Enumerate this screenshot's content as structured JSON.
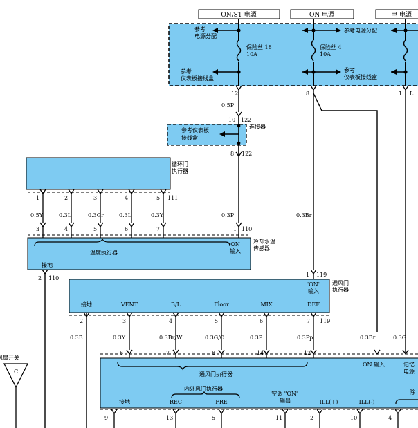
{
  "header_boxes": [
    {
      "text": "ON/ST 电源"
    },
    {
      "text": "ON 电源"
    },
    {
      "text": "电 电源"
    }
  ],
  "fuse_panel": {
    "ref_left_top": [
      "参考",
      "电源分配"
    ],
    "ref_left_bottom": [
      "参考",
      "仪表板接线盒"
    ],
    "fuse_left": [
      "保险丝 18",
      "10A"
    ],
    "fuse_mid": [
      "保险丝 4",
      "10A"
    ],
    "ref_mid_top": "参考电源分配",
    "ref_mid_bottom": [
      "参考",
      "仪表板接线盒"
    ],
    "ref_right_partial": "参考电源分配"
  },
  "panel_pins": {
    "left": "12",
    "mid": "8",
    "right": "1",
    "right_label": "L"
  },
  "wires": {
    "w1": "0.5P",
    "w_connector_top": "10",
    "w_connector_top2": "122",
    "w_mid": "0.3Br",
    "w_main": "0.3P",
    "w_main_pin_top": "1",
    "w_main_pin_top2": "110",
    "w_right1": "0.3Br",
    "w_right2": "0.3G"
  },
  "connector_box": {
    "ref": [
      "参考仪表板",
      "接线盒"
    ],
    "label": "连接器",
    "pin_bottom": "8",
    "pin_bottom2": "122"
  },
  "recirc_actuator": {
    "label": [
      "循环门",
      "执行器"
    ],
    "pins_top": [
      "1",
      "2",
      "3",
      "4",
      "5"
    ],
    "pin_extra": "111",
    "wires": [
      "0.5Y",
      "0.3L",
      "0.3Gr",
      "0.3L",
      "0.3Y"
    ],
    "pins_bottom": [
      "3",
      "4",
      "5",
      "6",
      "7"
    ]
  },
  "temp_actuator": {
    "name": "温度执行器",
    "side_label": [
      "冷却水温",
      "传感器"
    ],
    "on_input": [
      "ON",
      "输入"
    ],
    "ground": "接地",
    "pin_ground": "2",
    "pin_ground2": "110"
  },
  "mode_actuator": {
    "side_label": [
      "通风门",
      "执行器"
    ],
    "on_input": [
      "\"ON\"",
      "输入"
    ],
    "pin_top": "1",
    "pin_top2": "119",
    "labels": [
      "接地",
      "VENT",
      "B/L",
      "Floor",
      "MIX",
      "DEF"
    ],
    "pins_bottom": [
      "2",
      "3",
      "4",
      "5",
      "6",
      "7"
    ],
    "pin_extra": "119",
    "wires": [
      "0.3B",
      "0.3Y",
      "0.3Br/W",
      "0.3G/O",
      "0.3P",
      "0.3Pp"
    ]
  },
  "controller": {
    "pins_top": [
      "6",
      "7",
      "8",
      "14",
      "12"
    ],
    "on_input": "ON 输入",
    "memory": [
      "记忆",
      "电源"
    ],
    "mode_label": "通风门执行器",
    "recirc_label": "内外风门执行器",
    "labels": [
      "接地",
      "REC",
      "FRE",
      "空调 \"ON\" 输出",
      "ILL(+)",
      "ILL(-)"
    ],
    "right_partial": "除",
    "pins_bottom": [
      "9",
      "13",
      "5",
      "11",
      "2",
      "10",
      "4"
    ]
  },
  "left_switch": {
    "label": "风扇开关",
    "letter": "C"
  }
}
